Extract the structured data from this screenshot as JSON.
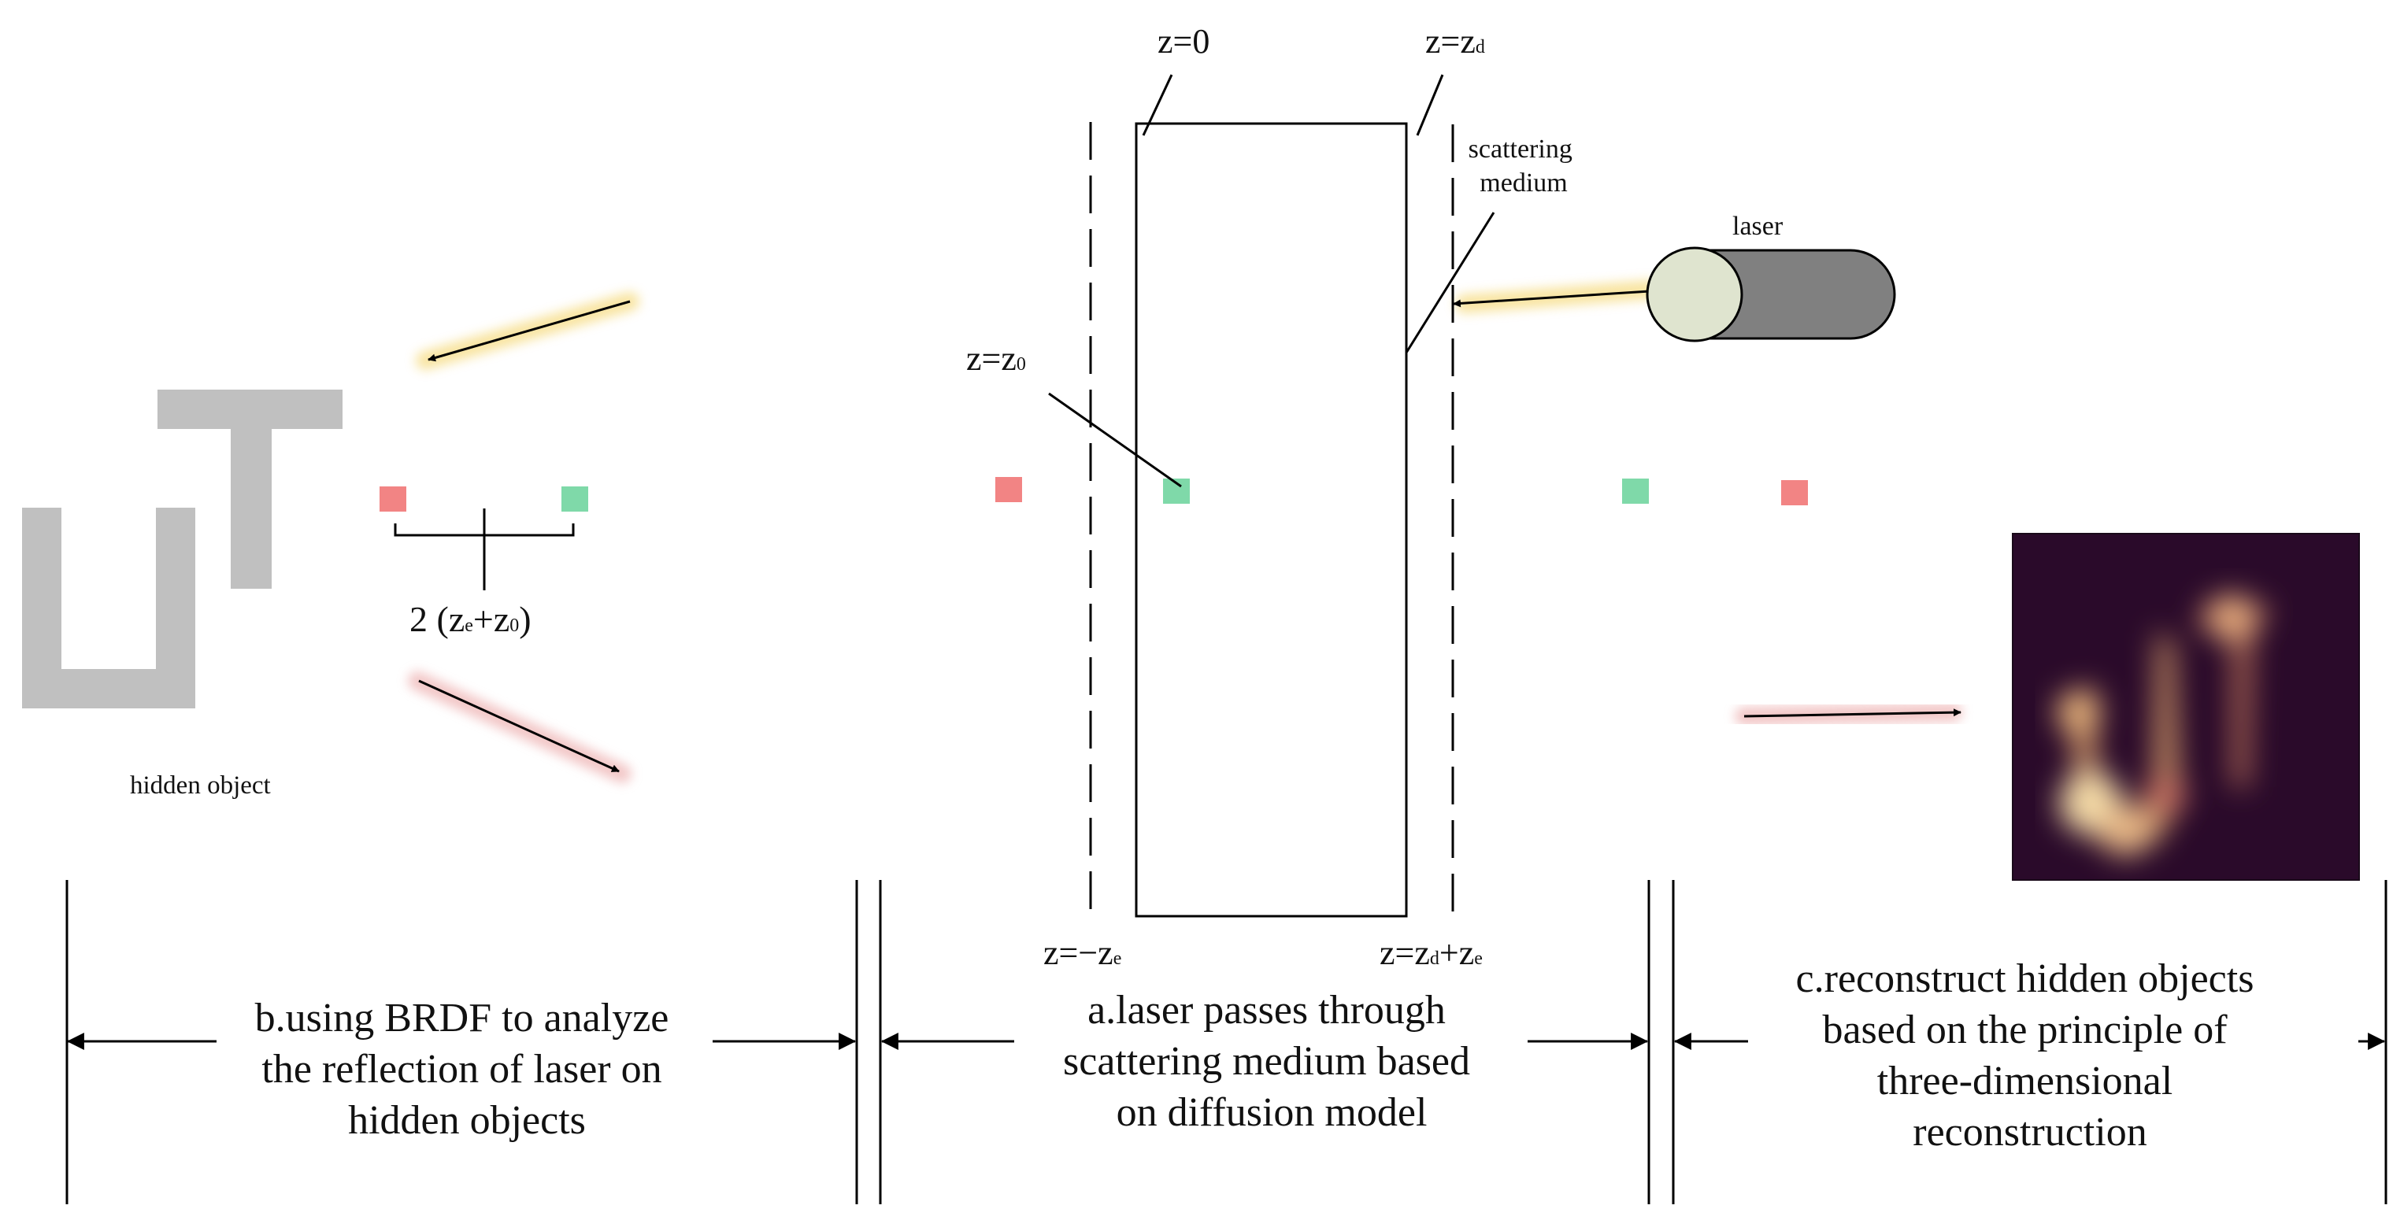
{
  "labels": {
    "z0_top": "z=0",
    "zd_top": "z=z",
    "zd_top_sub": "d",
    "scattering_line1": "scattering",
    "scattering_line2": "medium",
    "laser": "laser",
    "zz0": "z=z",
    "zz0_sub": "0",
    "two_prefix": "2 (z",
    "two_sub_e": "e",
    "two_mid": "+z",
    "two_sub_0": "0",
    "two_suffix": ")",
    "hidden_object": "hidden object",
    "zm_main": "z=−z",
    "zm_sub": "e",
    "zde_a": "z=z",
    "zde_sub_d": "d",
    "zde_b": "+z",
    "zde_sub_e": "e"
  },
  "sections": {
    "b": [
      "b.using BRDF to analyze",
      "the reflection of laser on",
      "hidden objects"
    ],
    "a": [
      "a.laser passes through",
      "scattering medium based",
      "on diffusion model"
    ],
    "c": [
      "c.reconstruct hidden objects",
      "based on the principle of",
      "three-dimensional",
      "reconstruction"
    ]
  },
  "colors": {
    "red_marker": "#f28484",
    "green_marker": "#7fd9a9",
    "object_gray": "#c0c0c0",
    "laser_glow": "#f3cf55",
    "reflect_glow": "#e89a9a",
    "cylinder_body": "#808080",
    "cylinder_face": "#dfe4cf"
  }
}
